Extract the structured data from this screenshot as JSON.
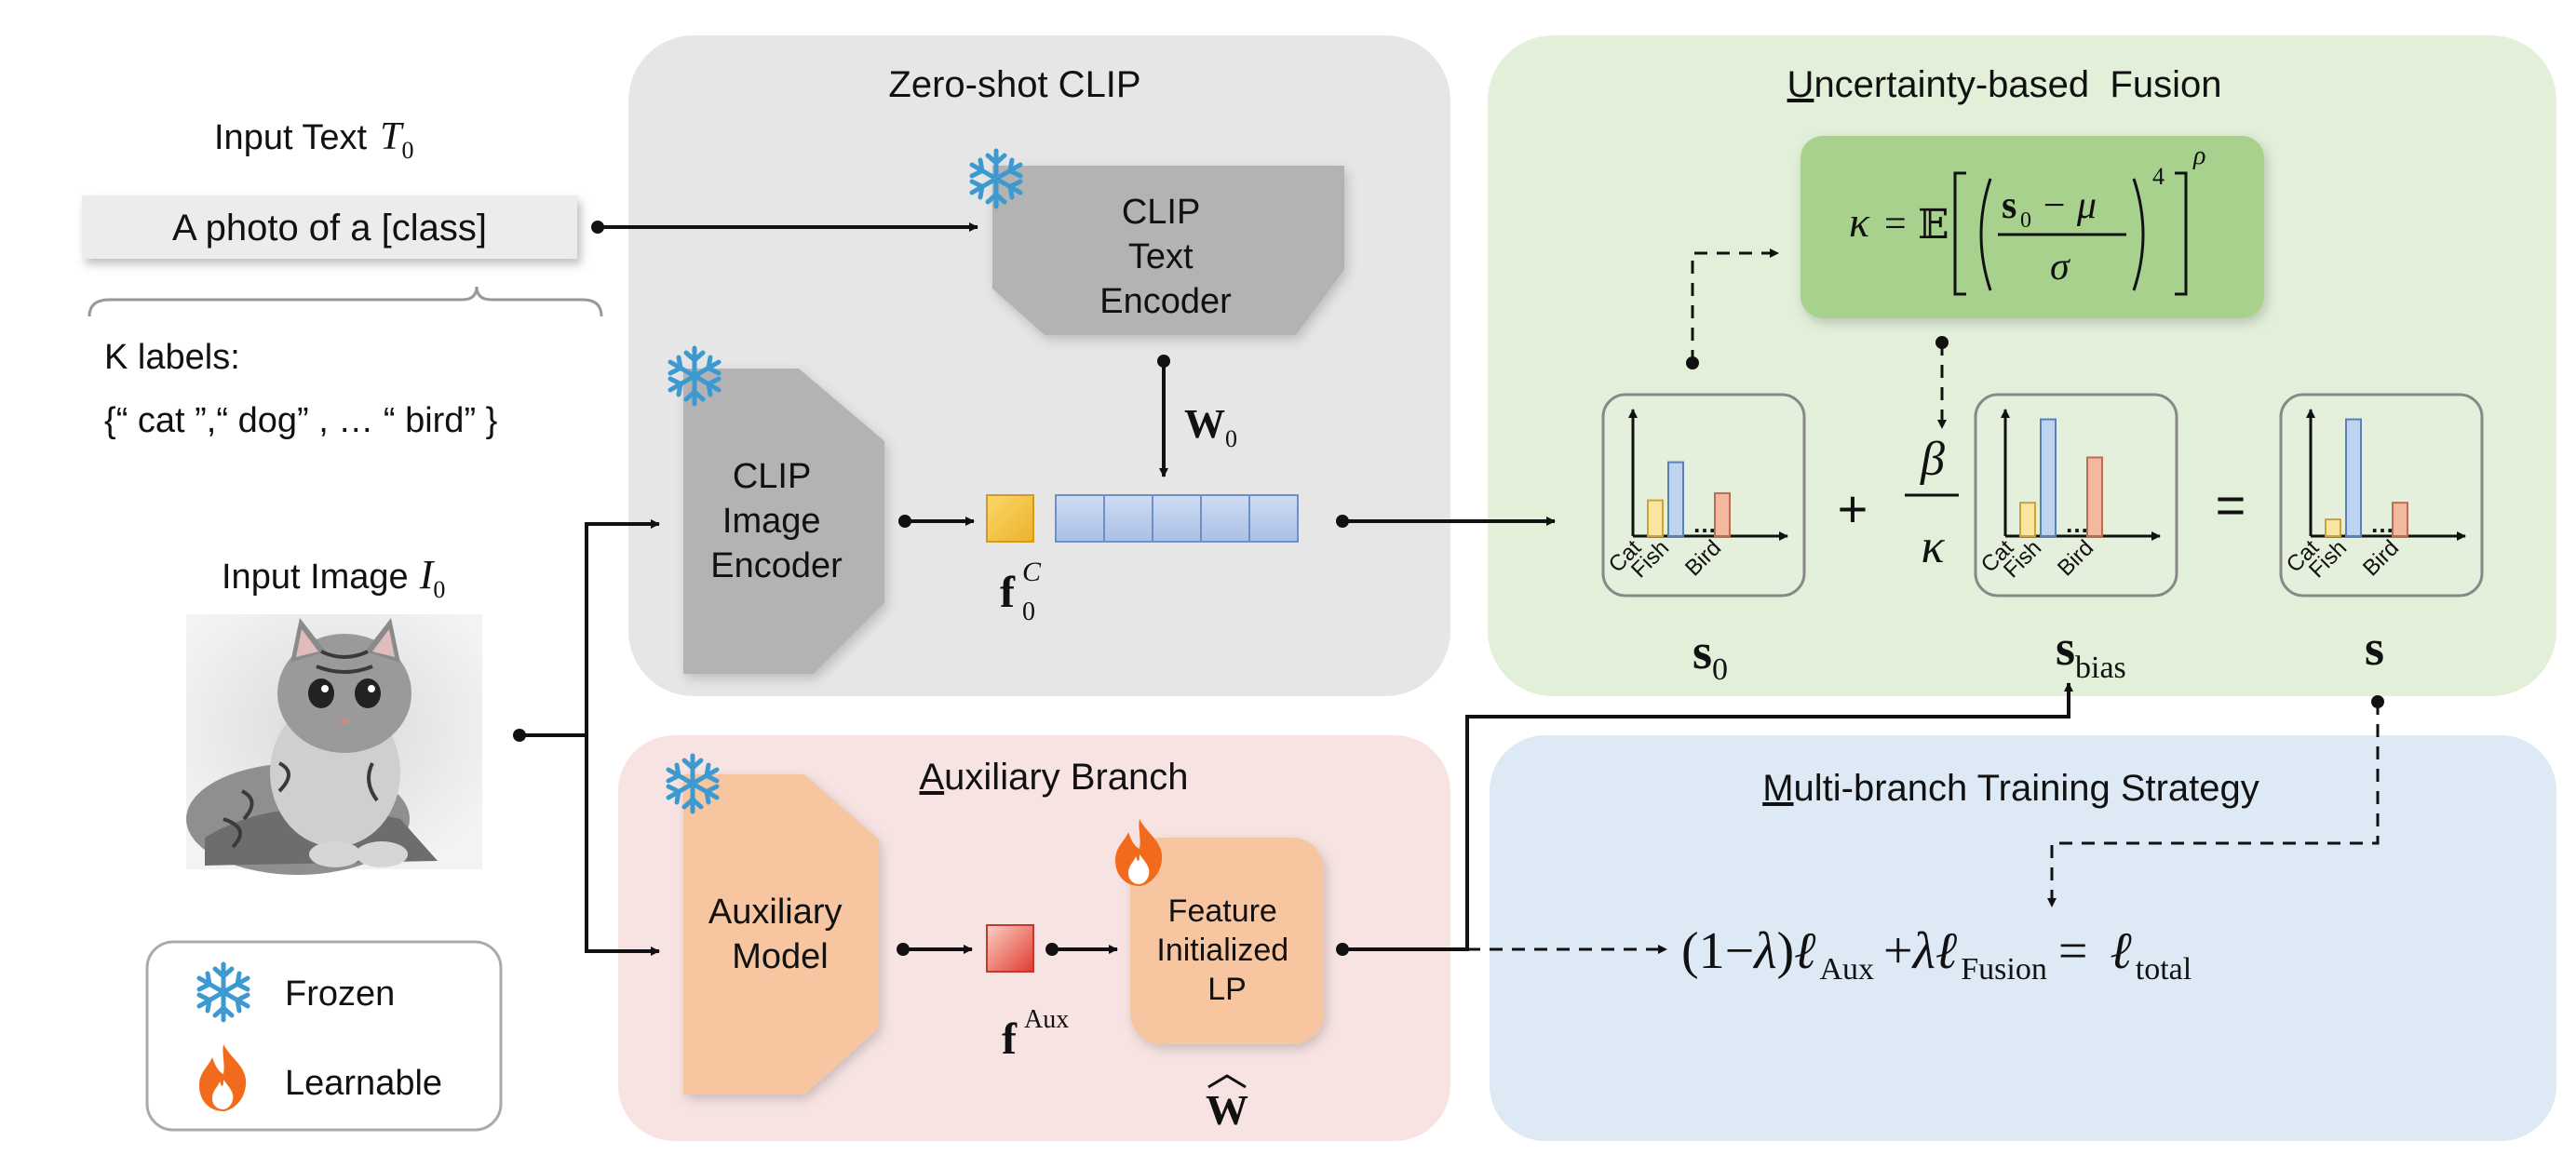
{
  "panels": {
    "zero_shot": {
      "title": "Zero-shot CLIP"
    },
    "fusion": {
      "title_first": "U",
      "title_rest": "ncertainty-based  Fusion"
    },
    "auxiliary": {
      "title_first": "A",
      "title_rest": "uxiliary Branch"
    },
    "multibranch": {
      "title_first": "M",
      "title_rest": "ulti-branch Training Strategy"
    }
  },
  "input_text": {
    "label": "Input Text",
    "symbol": "T",
    "symbol_sub": "0",
    "prompt": "A photo of a [class]",
    "k_labels": "K labels:",
    "label_set": "{“ cat ”,“ dog” , … “ bird” }"
  },
  "input_image": {
    "label": "Input Image",
    "symbol": "I",
    "symbol_sub": "0"
  },
  "legend": {
    "frozen": "Frozen",
    "learnable": "Learnable"
  },
  "blocks": {
    "text_encoder": [
      "CLIP",
      "Text",
      "Encoder"
    ],
    "image_encoder": [
      "CLIP",
      "Image",
      "Encoder"
    ],
    "aux_model": [
      "Auxiliary",
      "Model"
    ],
    "lp": [
      "Feature",
      "Initialized",
      "LP"
    ]
  },
  "symbols": {
    "w0": "W",
    "w0_sub": "0",
    "fc": "f",
    "fc_sup": "C",
    "fc_sub": "0",
    "faux": "f",
    "faux_sup": "Aux",
    "what": "W"
  },
  "kappa": {
    "lhs": "κ",
    "eq": "=",
    "E": "𝔼",
    "s": "s",
    "s_sub": "0",
    "minus_mu": "− μ",
    "sigma": "σ",
    "pow4": "4",
    "rho": "ρ"
  },
  "fusion_terms": {
    "plus": "+",
    "beta": "β",
    "kappa": "κ",
    "equals": "=",
    "s0": "s",
    "s0_sub": "0",
    "sbias": "s",
    "sbias_sub": "bias",
    "s": "s"
  },
  "bar_labels": [
    "Cat",
    "Fish",
    "…",
    "Bird"
  ],
  "loss": {
    "open": "(1−",
    "lambda": "λ",
    "close": ")",
    "ell": "ℓ",
    "aux_sub": "Aux",
    "plus": "+",
    "fusion_sub": "Fusion",
    "eq": "=",
    "total_sub": "total"
  },
  "colors": {
    "zero_shot_bg": "#e6e6e6",
    "fusion_bg": "#e2efd9",
    "aux_bg": "#f7e4e2",
    "multi_bg": "#dde9f5",
    "encoder_gray": "#b3b3b3",
    "aux_orange": "#f7c6a0",
    "kappa_green": "#a9d18e",
    "feature_blue": "#b4c7e7",
    "feature_gold": "#f5c342",
    "feature_red": "#e8534a",
    "bar_yellow": "#fbe3a0",
    "bar_blue": "#bdd3ef",
    "bar_pink": "#f3b8a0",
    "frozen_blue": "#3d9ad1",
    "flame_orange": "#f26b1d"
  },
  "chart_data": [
    {
      "name": "s0",
      "type": "bar",
      "categories": [
        "Cat",
        "Fish",
        "…",
        "Bird"
      ],
      "values": [
        0.3,
        0.62,
        0,
        0.36
      ]
    },
    {
      "name": "s_bias",
      "type": "bar",
      "categories": [
        "Cat",
        "Fish",
        "…",
        "Bird"
      ],
      "values": [
        0.28,
        0.98,
        0,
        0.66
      ]
    },
    {
      "name": "s",
      "type": "bar",
      "categories": [
        "Cat",
        "Fish",
        "…",
        "Bird"
      ],
      "values": [
        0.14,
        0.98,
        0,
        0.28
      ]
    }
  ]
}
